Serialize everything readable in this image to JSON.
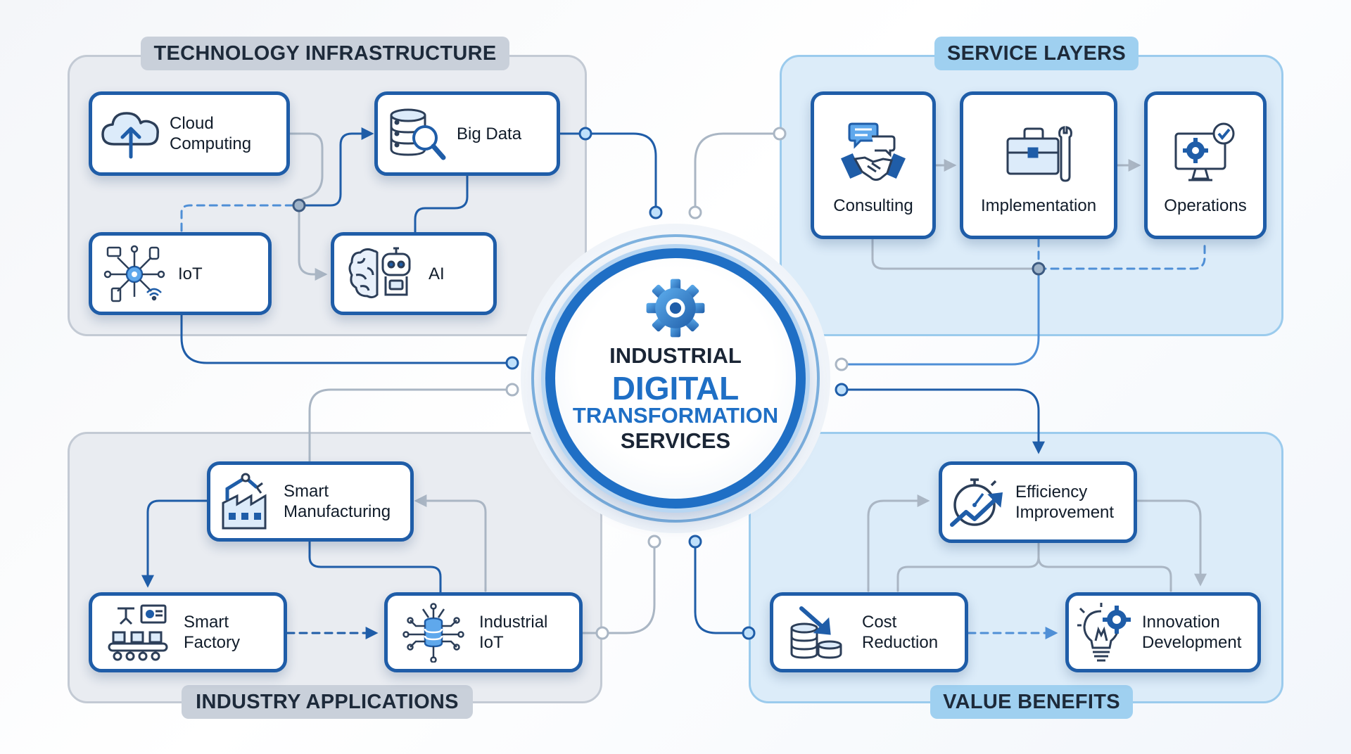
{
  "center": {
    "line1": "INDUSTRIAL",
    "line2": "DIGITAL",
    "line3": "TRANSFORMATION",
    "line4": "SERVICES",
    "icon": "gear-icon"
  },
  "sections": {
    "technology_infrastructure": {
      "title": "TECHNOLOGY INFRASTRUCTURE",
      "items": [
        {
          "label": "Cloud\nComputing",
          "icon": "cloud-upload-icon"
        },
        {
          "label": "Big Data",
          "icon": "database-search-icon"
        },
        {
          "label": "IoT",
          "icon": "iot-network-icon"
        },
        {
          "label": "AI",
          "icon": "brain-robot-icon"
        }
      ]
    },
    "service_layers": {
      "title": "SERVICE LAYERS",
      "items": [
        {
          "label": "Consulting",
          "icon": "handshake-chat-icon"
        },
        {
          "label": "Implementation",
          "icon": "toolbox-wrench-icon"
        },
        {
          "label": "Operations",
          "icon": "monitor-gear-check-icon"
        }
      ]
    },
    "industry_applications": {
      "title": "INDUSTRY APPLICATIONS",
      "items": [
        {
          "label": "Smart\nManufacturing",
          "icon": "robot-arm-factory-icon"
        },
        {
          "label": "Smart\nFactory",
          "icon": "conveyor-robot-icon"
        },
        {
          "label": "Industrial\nIoT",
          "icon": "chip-database-icon"
        }
      ]
    },
    "value_benefits": {
      "title": "VALUE BENEFITS",
      "items": [
        {
          "label": "Efficiency\nImprovement",
          "icon": "stopwatch-trend-icon"
        },
        {
          "label": "Cost\nReduction",
          "icon": "coins-down-icon"
        },
        {
          "label": "Innovation\nDevelopment",
          "icon": "lightbulb-gear-icon"
        }
      ]
    }
  },
  "colors": {
    "primary_blue": "#1f5da8",
    "accent_blue": "#1f6fc5",
    "connector_gray": "#aab6c4",
    "dashed_blue": "#4f8fd6",
    "panel_gray": "#e9ecf1",
    "panel_blue": "#dcecf9"
  }
}
